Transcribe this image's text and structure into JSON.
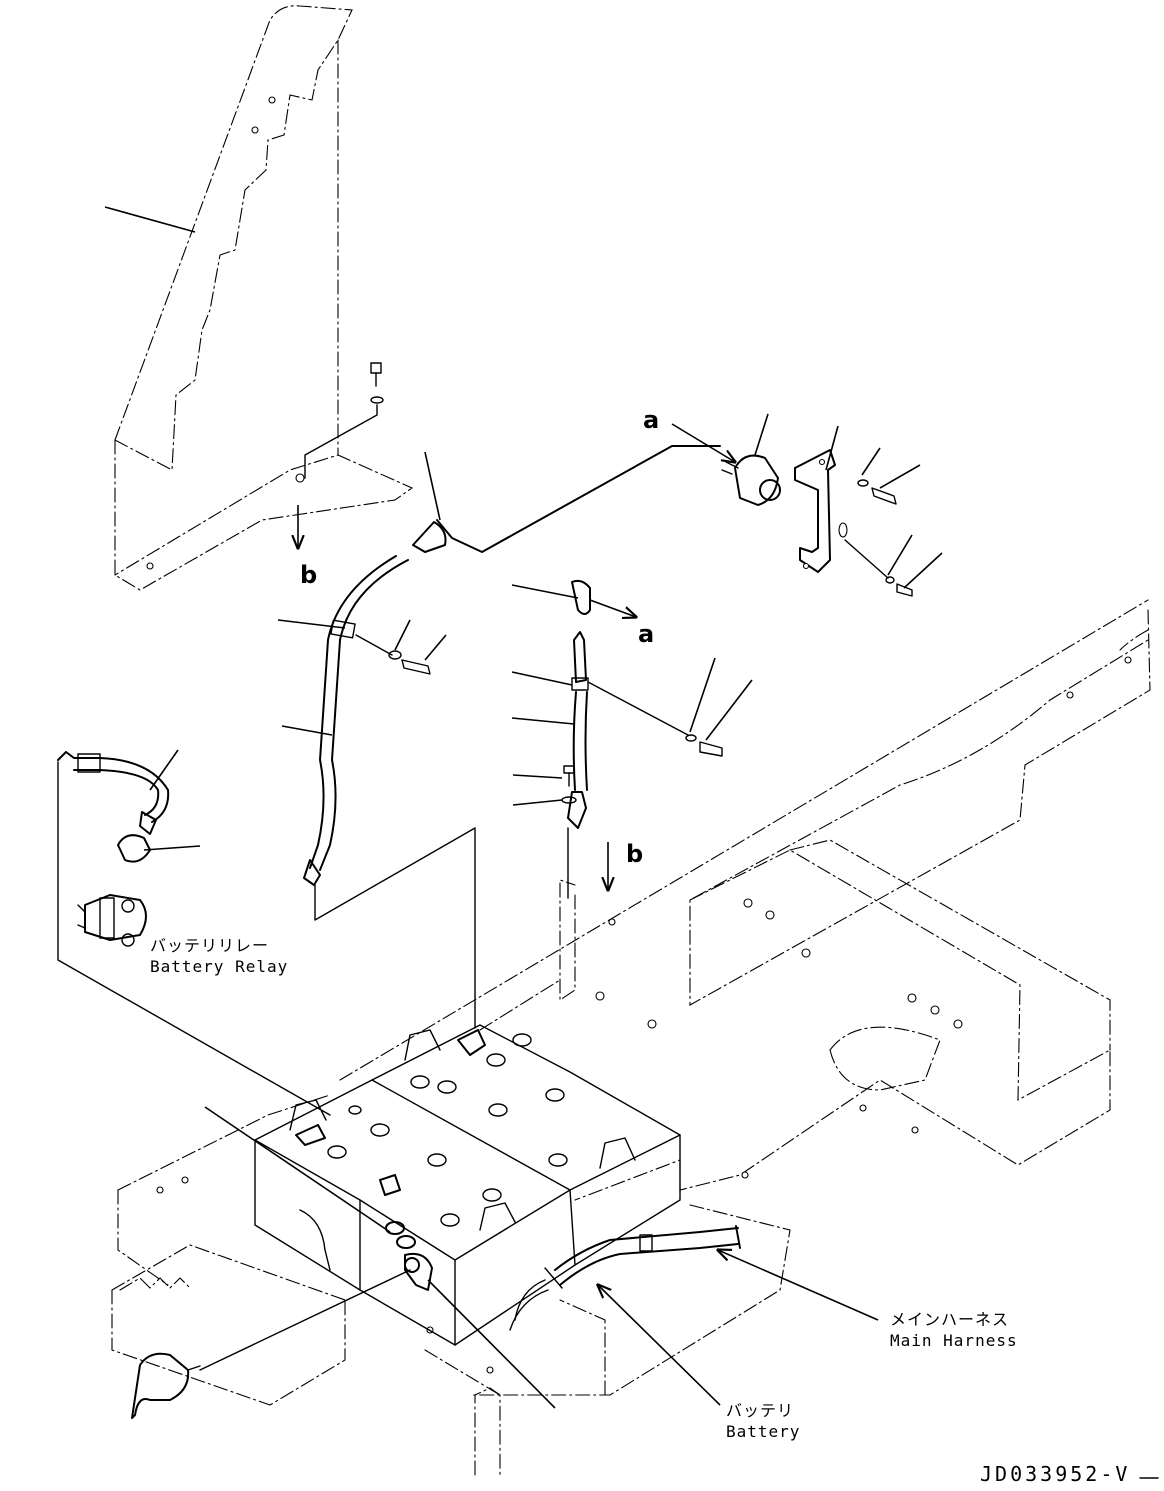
{
  "labels": {
    "battery_relay_jp": "バッテリリレー",
    "battery_relay_en": "Battery Relay",
    "main_harness_jp": "メインハーネス",
    "main_harness_en": "Main Harness",
    "battery_jp": "バッテリ",
    "battery_en": "Battery"
  },
  "refs": {
    "a_top": "a",
    "a_mid": "a",
    "b_left": "b",
    "b_right": "b"
  },
  "drawing_code": "JD033952-V"
}
